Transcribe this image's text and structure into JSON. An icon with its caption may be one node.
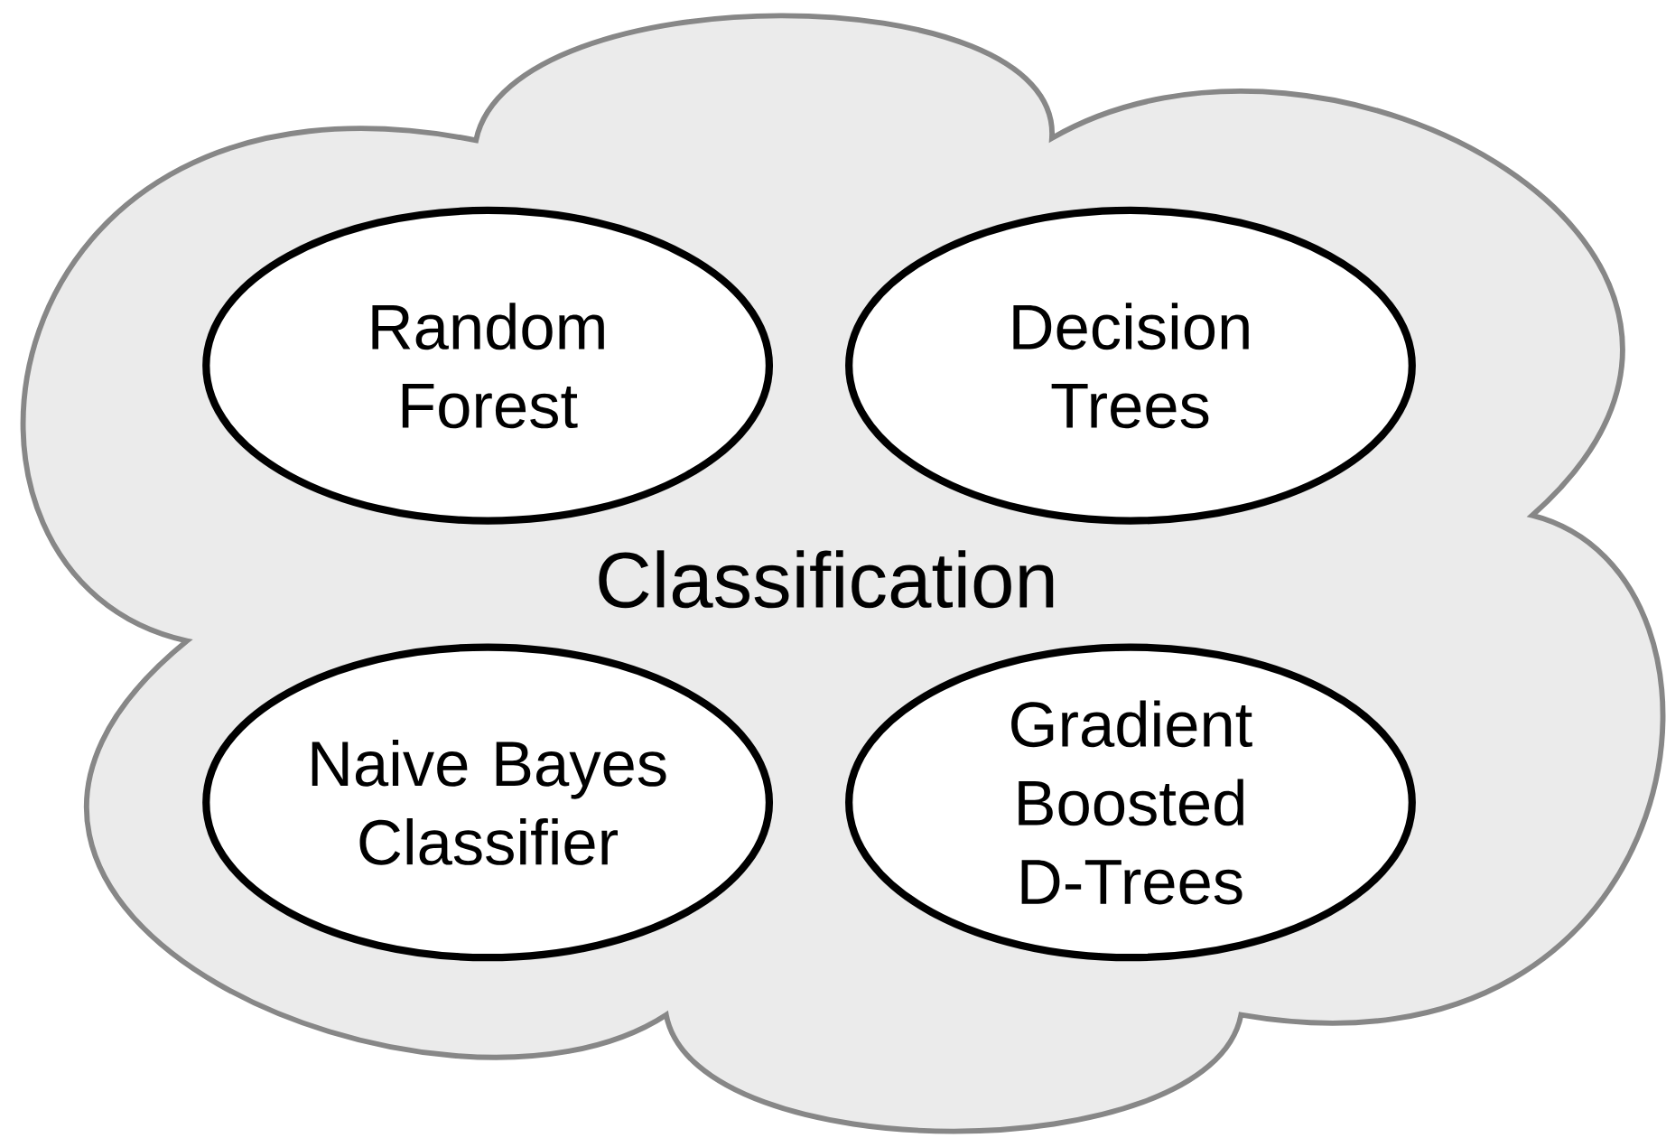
{
  "diagram": {
    "nodes": [
      {
        "text": [
          "Classification"
        ]
      },
      {
        "text": [
          "Random Forest"
        ],
        "in": 0
      },
      {
        "text": [
          "Decision Trees"
        ],
        "in": 0
      },
      {
        "text": [
          "Naive Bayes Classifier"
        ],
        "in": 0
      },
      {
        "text": [
          "Gradient Boosted D-Trees"
        ],
        "in": 0
      }
    ],
    "edges": []
  }
}
